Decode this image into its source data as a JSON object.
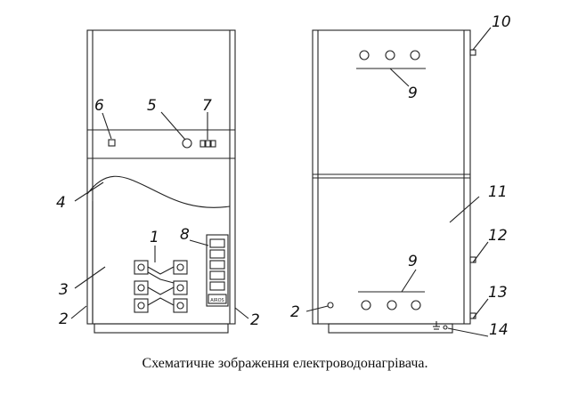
{
  "callouts": {
    "c1": "1",
    "c2_left": "2",
    "c2_mid": "2",
    "c2_right": "2",
    "c3": "3",
    "c4": "4",
    "c5": "5",
    "c6": "6",
    "c7": "7",
    "c8": "8",
    "c9_top": "9",
    "c9_bottom": "9",
    "c10": "10",
    "c11": "11",
    "c12": "12",
    "c13": "13",
    "c14": "14"
  },
  "panel_badge": "AIROS",
  "caption": "Схематичне зображення електроводонагрівача."
}
